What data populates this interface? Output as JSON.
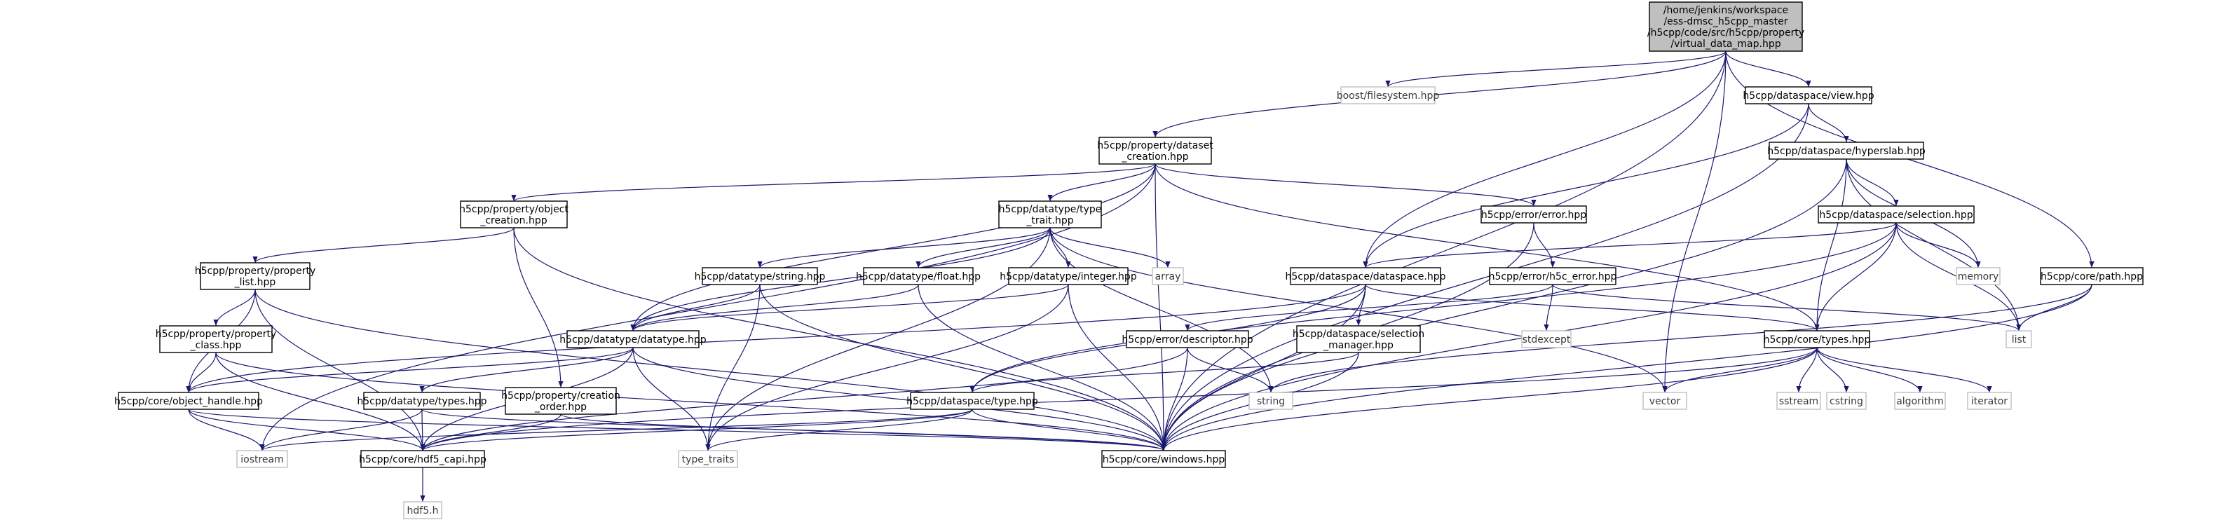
{
  "diagram": {
    "nodes": [
      {
        "id": "root",
        "kind": "root",
        "lines": [
          "/home/jenkins/workspace",
          "/ess-dmsc_h5cpp_master",
          "/h5cpp/code/src/h5cpp/property",
          "/virtual_data_map.hpp"
        ]
      },
      {
        "id": "boost_fs",
        "kind": "ext",
        "lines": [
          "boost/filesystem.hpp"
        ]
      },
      {
        "id": "ds_view",
        "kind": "local",
        "lines": [
          "h5cpp/dataspace/view.hpp"
        ]
      },
      {
        "id": "dataset_creation",
        "kind": "local",
        "lines": [
          "h5cpp/property/dataset",
          "_creation.hpp"
        ]
      },
      {
        "id": "hyperslab",
        "kind": "local",
        "lines": [
          "h5cpp/dataspace/hyperslab.hpp"
        ]
      },
      {
        "id": "object_creation",
        "kind": "local",
        "lines": [
          "h5cpp/property/object",
          "_creation.hpp"
        ]
      },
      {
        "id": "type_trait",
        "kind": "local",
        "lines": [
          "h5cpp/datatype/type",
          "_trait.hpp"
        ]
      },
      {
        "id": "error_hpp",
        "kind": "local",
        "lines": [
          "h5cpp/error/error.hpp"
        ]
      },
      {
        "id": "selection",
        "kind": "local",
        "lines": [
          "h5cpp/dataspace/selection.hpp"
        ]
      },
      {
        "id": "property_list",
        "kind": "local",
        "lines": [
          "h5cpp/property/property",
          "_list.hpp"
        ]
      },
      {
        "id": "dt_string",
        "kind": "local",
        "lines": [
          "h5cpp/datatype/string.hpp"
        ]
      },
      {
        "id": "dt_float",
        "kind": "local",
        "lines": [
          "h5cpp/datatype/float.hpp"
        ]
      },
      {
        "id": "dt_integer",
        "kind": "local",
        "lines": [
          "h5cpp/datatype/integer.hpp"
        ]
      },
      {
        "id": "array",
        "kind": "ext",
        "lines": [
          "array"
        ]
      },
      {
        "id": "dataspace_hpp",
        "kind": "local",
        "lines": [
          "h5cpp/dataspace/dataspace.hpp"
        ]
      },
      {
        "id": "h5c_error",
        "kind": "local",
        "lines": [
          "h5cpp/error/h5c_error.hpp"
        ]
      },
      {
        "id": "memory",
        "kind": "ext",
        "lines": [
          "memory"
        ]
      },
      {
        "id": "core_path",
        "kind": "local",
        "lines": [
          "h5cpp/core/path.hpp"
        ]
      },
      {
        "id": "property_class",
        "kind": "local",
        "lines": [
          "h5cpp/property/property",
          "_class.hpp"
        ]
      },
      {
        "id": "dt_datatype",
        "kind": "local",
        "lines": [
          "h5cpp/datatype/datatype.hpp"
        ]
      },
      {
        "id": "err_descriptor",
        "kind": "local",
        "lines": [
          "h5cpp/error/descriptor.hpp"
        ]
      },
      {
        "id": "sel_manager",
        "kind": "local",
        "lines": [
          "h5cpp/dataspace/selection",
          "_manager.hpp"
        ]
      },
      {
        "id": "stdexcept",
        "kind": "ext",
        "lines": [
          "stdexcept"
        ]
      },
      {
        "id": "core_types",
        "kind": "local",
        "lines": [
          "h5cpp/core/types.hpp"
        ]
      },
      {
        "id": "list",
        "kind": "ext",
        "lines": [
          "list"
        ]
      },
      {
        "id": "object_handle",
        "kind": "local",
        "lines": [
          "h5cpp/core/object_handle.hpp"
        ]
      },
      {
        "id": "dt_types",
        "kind": "local",
        "lines": [
          "h5cpp/datatype/types.hpp"
        ]
      },
      {
        "id": "creation_order",
        "kind": "local",
        "lines": [
          "h5cpp/property/creation",
          "_order.hpp"
        ]
      },
      {
        "id": "ds_type",
        "kind": "local",
        "lines": [
          "h5cpp/dataspace/type.hpp"
        ]
      },
      {
        "id": "string",
        "kind": "ext",
        "lines": [
          "string"
        ]
      },
      {
        "id": "vector",
        "kind": "ext",
        "lines": [
          "vector"
        ]
      },
      {
        "id": "sstream",
        "kind": "ext",
        "lines": [
          "sstream"
        ]
      },
      {
        "id": "cstring",
        "kind": "ext",
        "lines": [
          "cstring"
        ]
      },
      {
        "id": "algorithm",
        "kind": "ext",
        "lines": [
          "algorithm"
        ]
      },
      {
        "id": "iterator",
        "kind": "ext",
        "lines": [
          "iterator"
        ]
      },
      {
        "id": "iostream",
        "kind": "ext",
        "lines": [
          "iostream"
        ]
      },
      {
        "id": "hdf5_capi",
        "kind": "local",
        "lines": [
          "h5cpp/core/hdf5_capi.hpp"
        ]
      },
      {
        "id": "type_traits",
        "kind": "ext",
        "lines": [
          "type_traits"
        ]
      },
      {
        "id": "core_windows",
        "kind": "local",
        "lines": [
          "h5cpp/core/windows.hpp"
        ]
      },
      {
        "id": "hdf5_h",
        "kind": "ext",
        "lines": [
          "hdf5.h"
        ]
      }
    ],
    "edges": [
      [
        "root",
        "boost_fs"
      ],
      [
        "root",
        "ds_view"
      ],
      [
        "root",
        "dataset_creation"
      ],
      [
        "root",
        "dataspace_hpp"
      ],
      [
        "root",
        "core_path"
      ],
      [
        "root",
        "vector"
      ],
      [
        "root",
        "core_windows"
      ],
      [
        "ds_view",
        "hyperslab"
      ],
      [
        "ds_view",
        "dataspace_hpp"
      ],
      [
        "ds_view",
        "core_windows"
      ],
      [
        "hyperslab",
        "selection"
      ],
      [
        "hyperslab",
        "core_types"
      ],
      [
        "hyperslab",
        "memory"
      ],
      [
        "hyperslab",
        "list"
      ],
      [
        "hyperslab",
        "core_windows"
      ],
      [
        "selection",
        "dataspace_hpp"
      ],
      [
        "selection",
        "core_types"
      ],
      [
        "selection",
        "memory"
      ],
      [
        "selection",
        "list"
      ],
      [
        "selection",
        "ds_type"
      ],
      [
        "selection",
        "core_windows"
      ],
      [
        "dataset_creation",
        "object_creation"
      ],
      [
        "dataset_creation",
        "type_trait"
      ],
      [
        "dataset_creation",
        "error_hpp"
      ],
      [
        "dataset_creation",
        "dt_datatype"
      ],
      [
        "dataset_creation",
        "core_types"
      ],
      [
        "dataset_creation",
        "iostream"
      ],
      [
        "dataset_creation",
        "core_windows"
      ],
      [
        "object_creation",
        "property_list"
      ],
      [
        "object_creation",
        "creation_order"
      ],
      [
        "object_creation",
        "core_windows"
      ],
      [
        "property_list",
        "property_class"
      ],
      [
        "property_list",
        "object_handle"
      ],
      [
        "property_list",
        "hdf5_capi"
      ],
      [
        "property_list",
        "core_windows"
      ],
      [
        "property_class",
        "object_handle"
      ],
      [
        "property_class",
        "hdf5_capi"
      ],
      [
        "property_class",
        "core_windows"
      ],
      [
        "type_trait",
        "dt_string"
      ],
      [
        "type_trait",
        "dt_float"
      ],
      [
        "type_trait",
        "dt_integer"
      ],
      [
        "type_trait",
        "array"
      ],
      [
        "type_trait",
        "dt_datatype"
      ],
      [
        "type_trait",
        "vector"
      ],
      [
        "type_trait",
        "string"
      ],
      [
        "type_trait",
        "type_traits"
      ],
      [
        "dt_string",
        "dt_datatype"
      ],
      [
        "dt_string",
        "type_traits"
      ],
      [
        "dt_string",
        "core_windows"
      ],
      [
        "dt_float",
        "dt_datatype"
      ],
      [
        "dt_float",
        "core_windows"
      ],
      [
        "dt_integer",
        "dt_datatype"
      ],
      [
        "dt_integer",
        "type_traits"
      ],
      [
        "dt_integer",
        "core_windows"
      ],
      [
        "dt_datatype",
        "object_handle"
      ],
      [
        "dt_datatype",
        "dt_types"
      ],
      [
        "dt_datatype",
        "type_traits"
      ],
      [
        "dt_datatype",
        "hdf5_capi"
      ],
      [
        "dt_datatype",
        "core_windows"
      ],
      [
        "dt_types",
        "iostream"
      ],
      [
        "dt_types",
        "hdf5_capi"
      ],
      [
        "dt_types",
        "core_windows"
      ],
      [
        "creation_order",
        "hdf5_capi"
      ],
      [
        "creation_order",
        "core_windows"
      ],
      [
        "error_hpp",
        "h5c_error"
      ],
      [
        "error_hpp",
        "core_windows"
      ],
      [
        "h5c_error",
        "err_descriptor"
      ],
      [
        "h5c_error",
        "stdexcept"
      ],
      [
        "h5c_error",
        "list"
      ],
      [
        "err_descriptor",
        "string"
      ],
      [
        "err_descriptor",
        "hdf5_capi"
      ],
      [
        "err_descriptor",
        "core_windows"
      ],
      [
        "dataspace_hpp",
        "sel_manager"
      ],
      [
        "dataspace_hpp",
        "ds_type"
      ],
      [
        "dataspace_hpp",
        "core_types"
      ],
      [
        "dataspace_hpp",
        "object_handle"
      ],
      [
        "dataspace_hpp",
        "core_windows"
      ],
      [
        "sel_manager",
        "ds_type"
      ],
      [
        "sel_manager",
        "core_windows"
      ],
      [
        "ds_type",
        "iostream"
      ],
      [
        "ds_type",
        "type_traits"
      ],
      [
        "ds_type",
        "hdf5_capi"
      ],
      [
        "ds_type",
        "core_windows"
      ],
      [
        "core_types",
        "vector"
      ],
      [
        "core_types",
        "sstream"
      ],
      [
        "core_types",
        "cstring"
      ],
      [
        "core_types",
        "algorithm"
      ],
      [
        "core_types",
        "iterator"
      ],
      [
        "core_types",
        "hdf5_capi"
      ],
      [
        "core_types",
        "core_windows"
      ],
      [
        "core_path",
        "list"
      ],
      [
        "core_path",
        "string"
      ],
      [
        "core_path",
        "core_windows"
      ],
      [
        "object_handle",
        "iostream"
      ],
      [
        "object_handle",
        "hdf5_capi"
      ],
      [
        "object_handle",
        "core_windows"
      ],
      [
        "hdf5_capi",
        "hdf5_h"
      ]
    ]
  }
}
